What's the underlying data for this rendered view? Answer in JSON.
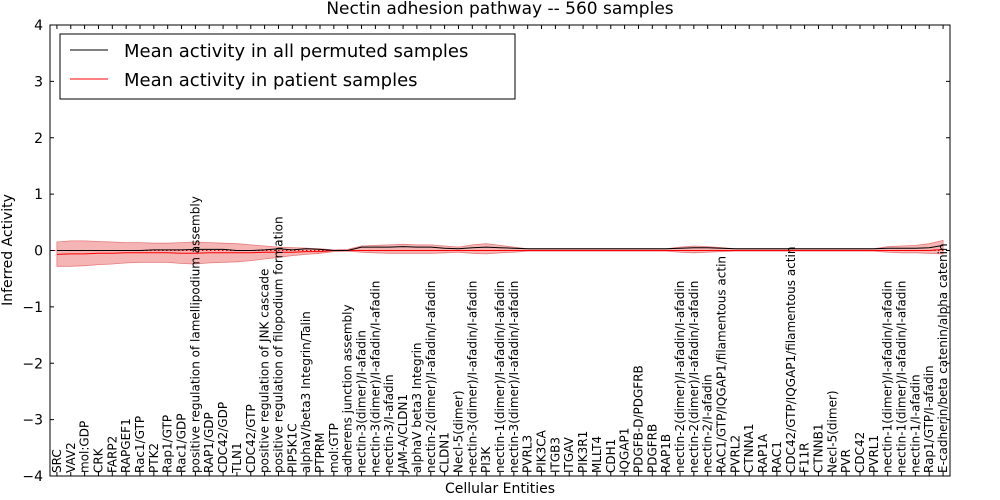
{
  "chart_data": {
    "type": "line",
    "title": "Nectin adhesion pathway -- 560 samples",
    "xlabel": "Cellular Entities",
    "ylabel": "Inferred Activity",
    "ylim": [
      -4,
      4
    ],
    "yticks": [
      "4",
      "3",
      "2",
      "1",
      "0",
      "−1",
      "−2",
      "−3",
      "−4"
    ],
    "grid": false,
    "legend_position": "top-left",
    "categories": [
      "SRC",
      "VAV2",
      "mol:GDP",
      "CRK",
      "FARP2",
      "RAPGEF1",
      "Rac1/GTP",
      "PTK2",
      "Rap1/GTP",
      "Rac1/GDP",
      "positive regulation of lamellipodium assembly",
      "RAP1/GDP",
      "CDC42/GDP",
      "TLN1",
      "CDC42/GTP",
      "positive regulation of JNK cascade",
      "positive regulation of filopodium formation",
      "PIP5K1C",
      "alphaV/beta3 Integrin/Talin",
      "PTPRM",
      "mol:GTP",
      "adherens junction assembly",
      "nectin-3(dimer)/I-afadin",
      "nectin-3(dimer)/I-afadin/I-afadin",
      "nectin-3/I-afadin",
      "JAM-A/CLDN1",
      "alphaV beta3 Integrin",
      "nectin-2(dimer)/I-afadin/I-afadin",
      "CLDN1",
      "Necl-5(dimer)",
      "nectin-3(dimer)/I-afadin/I-afadin",
      "PI3K",
      "nectin-1(dimer)/I-afadin/I-afadin",
      "nectin-3(dimer)/I-afadin/I-afadin",
      "PVRL3",
      "PIK3CA",
      "ITGB3",
      "ITGAV",
      "PIK3R1",
      "MLLT4",
      "CDH1",
      "IQGAP1",
      "PDGFB-D/PDGFRB",
      "PDGFRB",
      "RAP1B",
      "nectin-2(dimer)/I-afadin/I-afadin",
      "nectin-2(dimer)/I-afadin/I-afadin",
      "nectin-2/I-afadin",
      "RAC1/GTP/IQGAP1/filamentous actin",
      "PVRL2",
      "CTNNA1",
      "RAP1A",
      "RAC1",
      "CDC42/GTP/IQGAP1/filamentous actin",
      "F11R",
      "CTNNB1",
      "Necl-5(dimer)",
      "PVR",
      "CDC42",
      "PVRL1",
      "nectin-1(dimer)/I-afadin/I-afadin",
      "nectin-1(dimer)/I-afadin/I-afadin",
      "nectin-1/I-afadin",
      "Rap1/GTP/I-afadin",
      "E-cadherin/beta catenin/alpha catenin"
    ],
    "series": [
      {
        "name": "Mean activity in all permuted samples",
        "color": "#000000",
        "values": [
          0.0,
          0.0,
          0.0,
          0.0,
          0.0,
          0.0,
          0.0,
          0.01,
          0.01,
          0.01,
          0.02,
          0.02,
          0.02,
          0.0,
          0.0,
          0.01,
          0.03,
          0.01,
          0.03,
          0.02,
          0.0,
          0.0,
          0.06,
          0.06,
          0.06,
          0.07,
          0.06,
          0.06,
          0.04,
          0.03,
          0.05,
          0.06,
          0.05,
          0.04,
          0.03,
          0.03,
          0.03,
          0.03,
          0.03,
          0.03,
          0.03,
          0.03,
          0.03,
          0.03,
          0.03,
          0.04,
          0.05,
          0.05,
          0.04,
          0.03,
          0.03,
          0.03,
          0.03,
          0.03,
          0.03,
          0.03,
          0.03,
          0.03,
          0.03,
          0.03,
          0.04,
          0.04,
          0.04,
          0.05,
          0.09
        ]
      },
      {
        "name": "Mean activity in patient samples",
        "color": "#ff0000",
        "band_color": "#f4a8a8",
        "values": [
          -0.07,
          -0.06,
          -0.06,
          -0.05,
          -0.05,
          -0.04,
          -0.04,
          -0.04,
          -0.04,
          -0.05,
          -0.05,
          -0.04,
          -0.04,
          -0.04,
          -0.04,
          -0.03,
          -0.03,
          -0.03,
          -0.02,
          -0.02,
          0.0,
          0.0,
          0.0,
          0.0,
          0.0,
          0.0,
          0.0,
          0.0,
          0.0,
          0.0,
          0.0,
          0.0,
          0.0,
          0.0,
          0.0,
          0.0,
          0.0,
          0.0,
          0.0,
          0.0,
          0.0,
          0.0,
          0.0,
          0.0,
          0.0,
          0.0,
          0.0,
          0.0,
          0.0,
          0.0,
          0.0,
          0.0,
          0.0,
          0.0,
          0.0,
          0.0,
          0.0,
          0.0,
          0.0,
          0.0,
          0.0,
          0.0,
          0.0,
          0.0,
          0.02
        ],
        "band_upper": [
          0.15,
          0.17,
          0.17,
          0.16,
          0.15,
          0.14,
          0.14,
          0.13,
          0.13,
          0.14,
          0.15,
          0.14,
          0.13,
          0.12,
          0.1,
          0.08,
          0.06,
          0.05,
          0.04,
          0.03,
          0.01,
          0.02,
          0.08,
          0.09,
          0.1,
          0.11,
          0.1,
          0.1,
          0.08,
          0.06,
          0.1,
          0.12,
          0.09,
          0.06,
          0.03,
          0.03,
          0.03,
          0.03,
          0.03,
          0.03,
          0.03,
          0.03,
          0.03,
          0.03,
          0.03,
          0.06,
          0.08,
          0.07,
          0.05,
          0.03,
          0.03,
          0.03,
          0.03,
          0.03,
          0.03,
          0.03,
          0.03,
          0.03,
          0.03,
          0.03,
          0.07,
          0.08,
          0.09,
          0.12,
          0.18
        ],
        "band_lower": [
          -0.28,
          -0.28,
          -0.27,
          -0.25,
          -0.24,
          -0.22,
          -0.21,
          -0.21,
          -0.21,
          -0.23,
          -0.24,
          -0.22,
          -0.21,
          -0.2,
          -0.18,
          -0.15,
          -0.12,
          -0.09,
          -0.07,
          -0.05,
          -0.02,
          -0.01,
          -0.03,
          -0.04,
          -0.05,
          -0.05,
          -0.05,
          -0.05,
          -0.04,
          -0.03,
          -0.05,
          -0.06,
          -0.04,
          -0.03,
          -0.01,
          -0.01,
          -0.01,
          -0.01,
          -0.01,
          -0.01,
          -0.01,
          -0.01,
          -0.01,
          -0.01,
          -0.01,
          -0.03,
          -0.04,
          -0.03,
          -0.02,
          -0.01,
          -0.01,
          -0.01,
          -0.01,
          -0.01,
          -0.01,
          -0.01,
          -0.01,
          -0.01,
          -0.01,
          -0.01,
          -0.03,
          -0.04,
          -0.04,
          -0.05,
          -0.06
        ]
      }
    ]
  }
}
